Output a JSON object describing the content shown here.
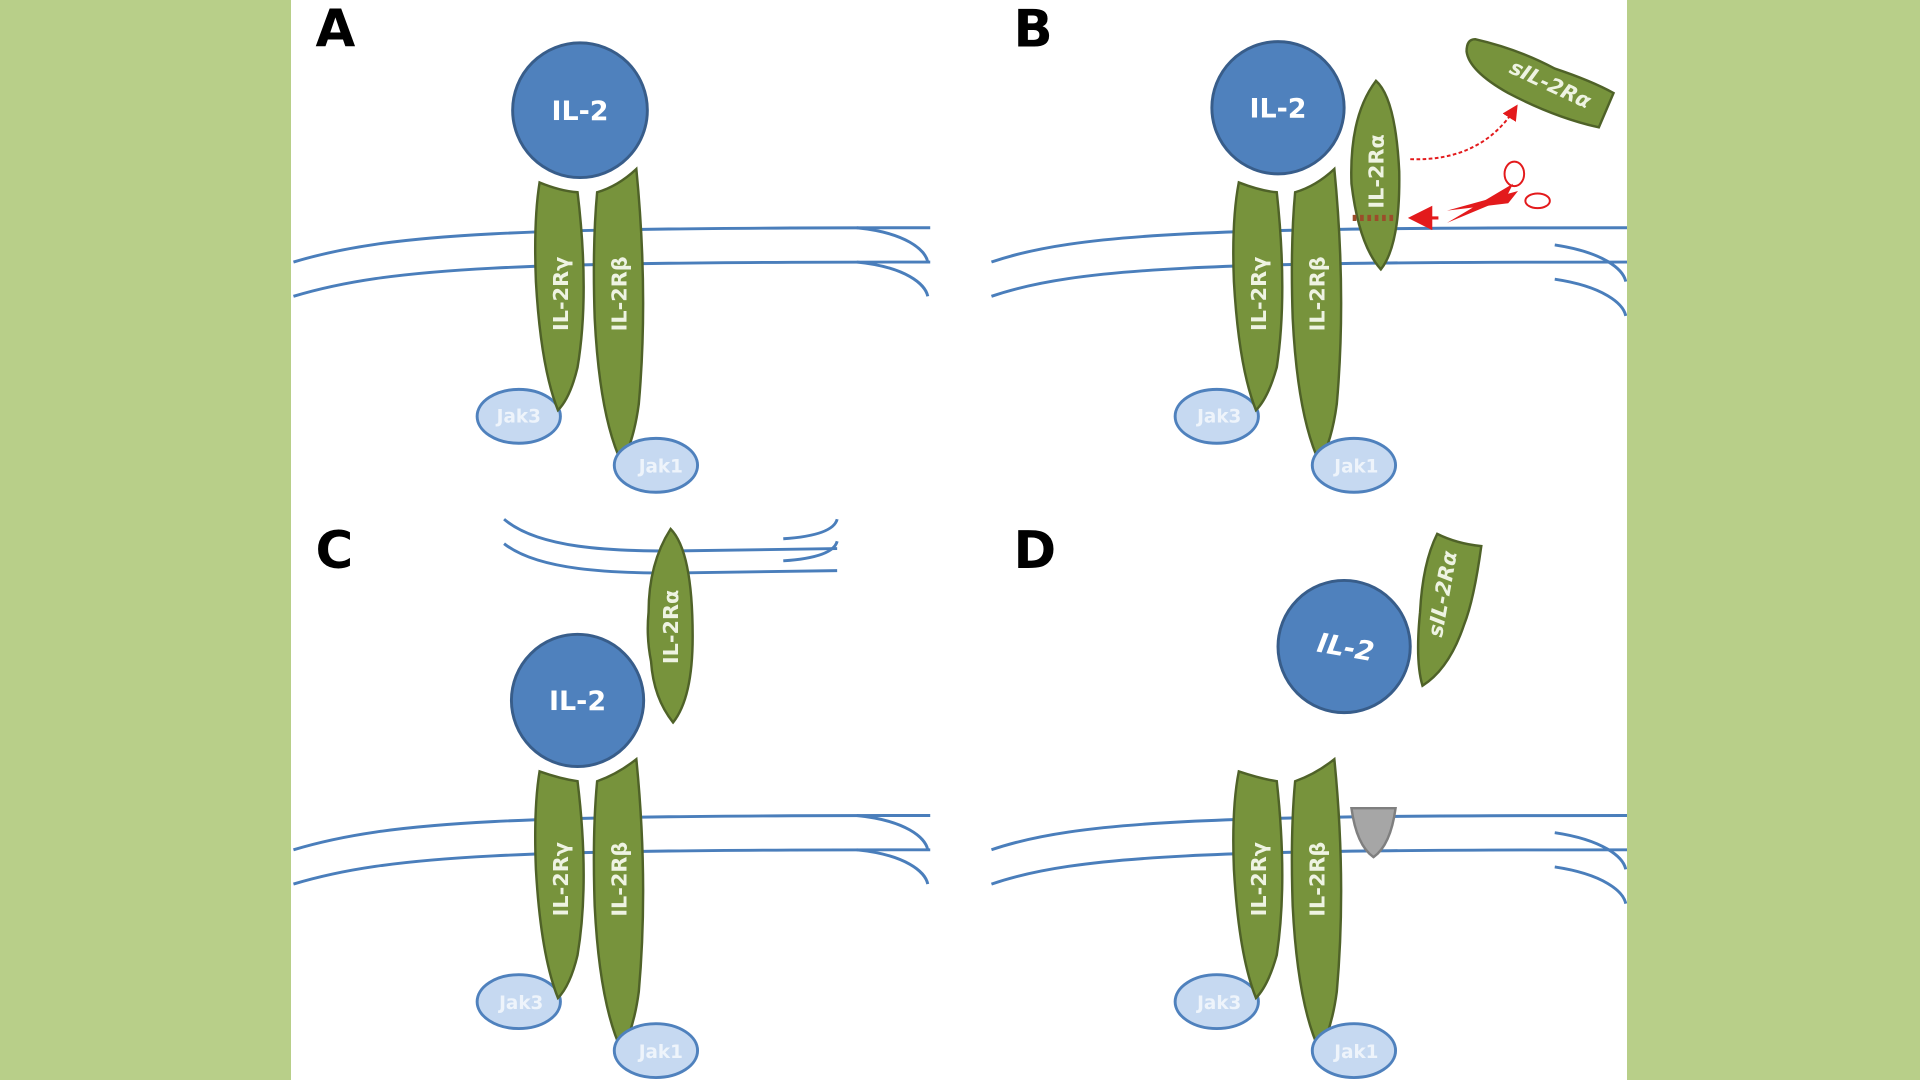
{
  "figure": {
    "background_color": "#b8cf89",
    "colors": {
      "receptor_green": "#77933c",
      "il2_blue": "#4f81bd",
      "jak_light_blue": "#c6d9f1",
      "membrane_blue": "#4a7ebb",
      "protease_red": "#e31a1c",
      "blocker_gray": "#a6a6a6"
    },
    "panels": [
      {
        "label": "A",
        "ligand": "IL-2",
        "receptors": [
          "IL-2Rγ",
          "IL-2Rβ"
        ],
        "kinases": [
          "Jak3",
          "Jak1"
        ]
      },
      {
        "label": "B",
        "ligand": "IL-2",
        "receptors": [
          "IL-2Rγ",
          "IL-2Rβ",
          "IL-2Rα"
        ],
        "kinases": [
          "Jak3",
          "Jak1"
        ],
        "shed_fragment": "sIL-2Rα",
        "icons": [
          "scissors-icon",
          "arrow-icon"
        ]
      },
      {
        "label": "C",
        "ligand": "IL-2",
        "receptors": [
          "IL-2Rγ",
          "IL-2Rβ"
        ],
        "trans_receptor": "IL-2Rα",
        "kinases": [
          "Jak3",
          "Jak1"
        ]
      },
      {
        "label": "D",
        "ligand": "IL-2",
        "receptors": [
          "IL-2Rγ",
          "IL-2Rβ"
        ],
        "soluble_receptor": "sIL-2Rα",
        "kinases": [
          "Jak3",
          "Jak1"
        ]
      }
    ]
  }
}
